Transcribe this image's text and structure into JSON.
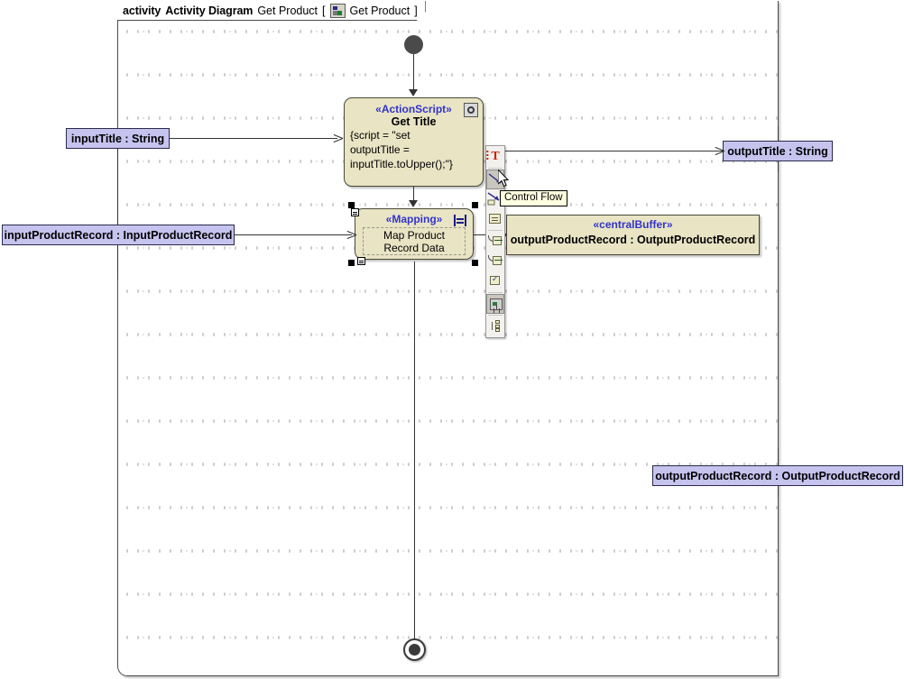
{
  "frame": {
    "keyword": "activity",
    "type_label": "Activity Diagram",
    "diagram_name": "Get Product",
    "bracket_open": "[",
    "owner_icon": "activity-diagram-icon",
    "owner_name": "Get Product",
    "bracket_close": "]"
  },
  "nodes": {
    "get_title": {
      "stereotype": "«ActionScript»",
      "name": "Get Title",
      "body": "{script = \"set\noutputTitle =\ninputTitle.toUpper();\"}",
      "corner_icon": "action-script-icon",
      "fill": "#e8e4c4"
    },
    "mapping": {
      "stereotype": "«Mapping»",
      "name_line1": "Map Product",
      "name_line2": "Record Data",
      "corner_icon": "mapping-icon",
      "selected": true,
      "fill": "#e8e4c4"
    },
    "central_buffer": {
      "stereotype": "«centralBuffer»",
      "name": "outputProductRecord : OutputProductRecord",
      "fill": "#e8e4c4"
    },
    "initial": {
      "name": "initial-node"
    },
    "final": {
      "name": "activity-final-node"
    }
  },
  "pins": {
    "fill": "#c6c3ee",
    "input_title": "inputTitle : String",
    "input_product_record": "inputProductRecord : InputProductRecord",
    "output_title": "outputTitle : String",
    "output_product_record": "outputProductRecord : OutputProductRecord"
  },
  "palette": {
    "tooltip": "Control Flow",
    "items": [
      {
        "name": "text-tool",
        "icon": "text-T-icon",
        "selected": false
      },
      {
        "name": "control-flow-tool",
        "icon": "control-flow-icon",
        "selected": true
      },
      {
        "name": "object-flow-tool",
        "icon": "object-flow-icon",
        "selected": false
      },
      {
        "name": "opaque-action-tool",
        "icon": "note-lines-icon",
        "selected": false
      },
      {
        "name": "send-signal-tool",
        "icon": "send-signal-icon",
        "selected": false
      },
      {
        "name": "accept-event-tool",
        "icon": "accept-event-icon",
        "selected": false
      },
      {
        "name": "time-event-tool",
        "icon": "time-event-icon",
        "selected": false
      },
      {
        "name": "pin-tool",
        "icon": "pin-icon",
        "selected": false
      },
      {
        "name": "structure-tool",
        "icon": "structure-tree-icon",
        "selected": false
      }
    ]
  },
  "cursor": {
    "name": "mouse-pointer"
  }
}
